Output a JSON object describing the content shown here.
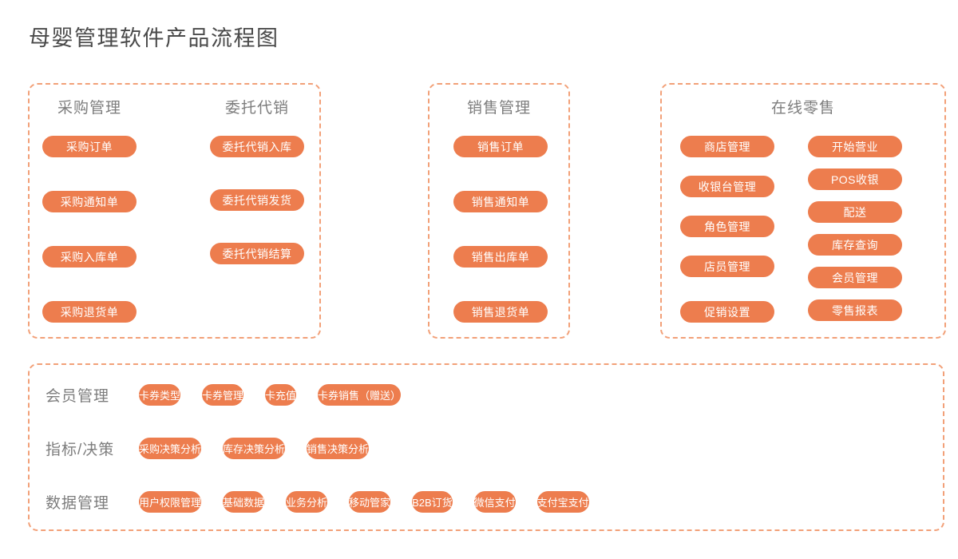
{
  "title": "母婴管理软件产品流程图",
  "colors": {
    "accent": "#ED7D4E",
    "dash_border": "#F2A078",
    "heading_gray": "#7D7D7D",
    "title_gray": "#4A4A4A",
    "pill_text": "#FFFFFF"
  },
  "purchase": {
    "header": "采购管理",
    "items": [
      "采购订单",
      "采购通知单",
      "采购入库单",
      "采购退货单"
    ]
  },
  "consignment": {
    "header": "委托代销",
    "items": [
      "委托代销入库",
      "委托代销发货",
      "委托代销结算"
    ]
  },
  "sales": {
    "header": "销售管理",
    "items": [
      "销售订单",
      "销售通知单",
      "销售出库单",
      "销售退货单"
    ]
  },
  "retail": {
    "header": "在线零售",
    "col1": [
      "商店管理",
      "收银台管理",
      "角色管理",
      "店员管理",
      "促销设置"
    ],
    "col2": [
      "开始营业",
      "POS收银",
      "配送",
      "库存查询",
      "会员管理",
      "零售报表"
    ]
  },
  "member": {
    "label": "会员管理",
    "items": [
      "卡券类型",
      "卡券管理",
      "卡充值",
      "卡券销售（赠送）"
    ]
  },
  "decision": {
    "label": "指标/决策",
    "items": [
      "采购决策分析",
      "库存决策分析",
      "销售决策分析"
    ]
  },
  "data_mgmt": {
    "label": "数据管理",
    "items": [
      "用户权限管理",
      "基础数据",
      "业务分析",
      "移动管家",
      "B2B订货",
      "微信支付",
      "支付宝支付"
    ]
  }
}
